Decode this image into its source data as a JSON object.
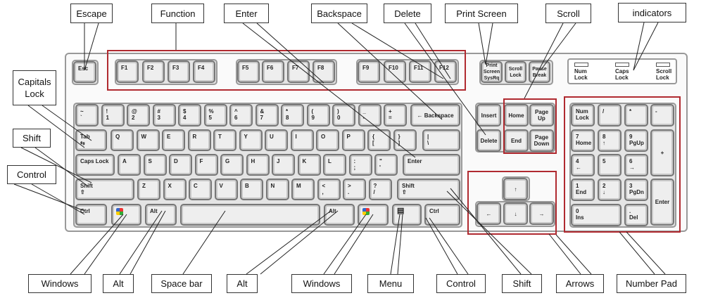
{
  "callouts": {
    "escape": "Escape",
    "function": "Function",
    "enter": "Enter",
    "backspace": "Backspace",
    "delete": "Delete",
    "print_screen": "Print Screen",
    "scroll": "Scroll",
    "indicators": "indicators",
    "capitals_lock": "Capitals\nLock",
    "shift_left": "Shift",
    "control_left": "Control",
    "windows_left": "Windows",
    "alt_left": "Alt",
    "space_bar": "Space bar",
    "alt_right": "Alt",
    "windows_right": "Windows",
    "menu": "Menu",
    "control_right": "Control",
    "shift_right": "Shift",
    "arrows": "Arrows",
    "number_pad": "Number Pad"
  },
  "indicators": [
    "Num\nLock",
    "Caps\nLock",
    "Scroll\nLock"
  ],
  "keys": {
    "esc": "Esc",
    "function_row": [
      "F1",
      "F2",
      "F3",
      "F4",
      "F5",
      "F6",
      "F7",
      "F8",
      "F9",
      "F10",
      "F11",
      "F12"
    ],
    "system": [
      "Print\nScreen\nSysRq",
      "Scroll\nLock",
      "Pause\nBreak"
    ],
    "row1": [
      "~\n`",
      "!\n1",
      "@\n2",
      "#\n3",
      "$\n4",
      "%\n5",
      "^\n6",
      "&\n7",
      "*\n8",
      "(\n9",
      ")\n0",
      "_\n-",
      "+\n=",
      "← Backspace"
    ],
    "row2": [
      "Tab\n⇆",
      "Q",
      "W",
      "E",
      "R",
      "T",
      "Y",
      "U",
      "I",
      "O",
      "P",
      "{\n[",
      "}\n]",
      "|\n\\"
    ],
    "row3": [
      "Caps Lock",
      "A",
      "S",
      "D",
      "F",
      "G",
      "H",
      "J",
      "K",
      "L",
      ":\n;",
      "\"\n'",
      "Enter"
    ],
    "row4": [
      "Shift\n ⇧",
      "Z",
      "X",
      "C",
      "V",
      "B",
      "N",
      "M",
      "<\n,",
      ">\n.",
      "?\n/",
      "Shift\n ⇧"
    ],
    "row5": [
      "Ctrl",
      "",
      "Alt",
      "",
      "Alt",
      "",
      "",
      "Ctrl"
    ],
    "nav": [
      "Insert",
      "Home",
      "Page\nUp",
      "Delete",
      "End",
      "Page\nDown"
    ],
    "arrows": [
      "↑",
      "←",
      "↓",
      "→"
    ],
    "numpad": [
      "Num\nLock",
      "/",
      "*",
      "-",
      "7\nHome",
      "8\n↑",
      "9\nPgUp",
      "+",
      "4\n←",
      "5",
      "6\n→",
      "1\nEnd",
      "2\n↓",
      "3\nPgDn",
      "Enter",
      "0\nIns",
      ".\nDel"
    ]
  },
  "colors": {
    "highlight": "#b02a30",
    "key_border": "#777777"
  }
}
